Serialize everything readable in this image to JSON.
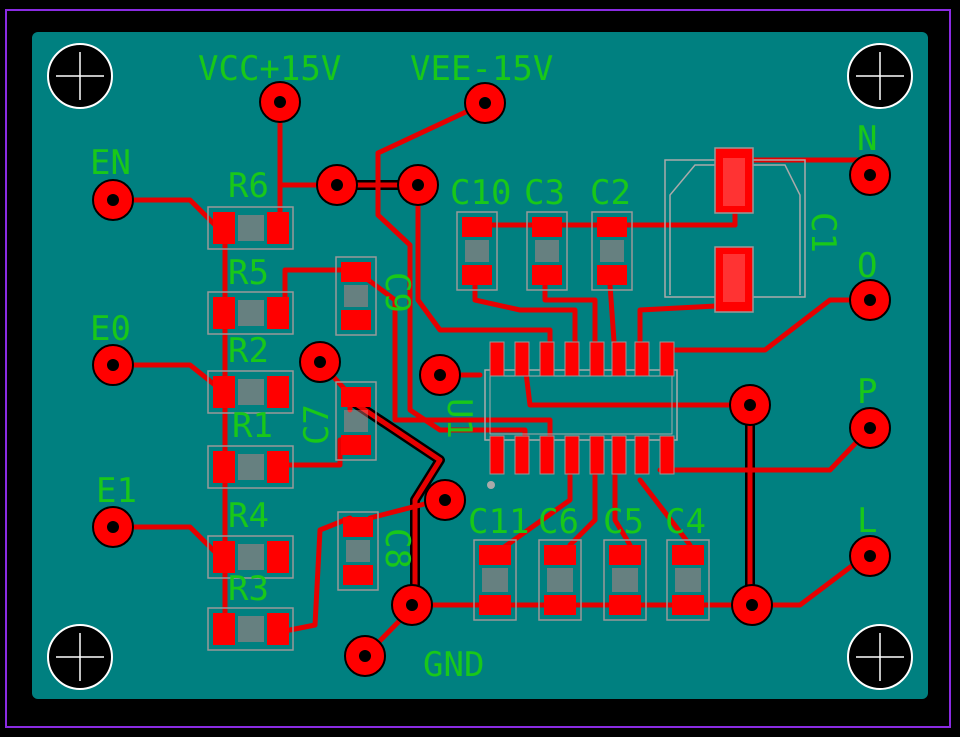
{
  "colors": {
    "background": "#000000",
    "board": "#008080",
    "outline": "#8a2be2",
    "copper": "#ff0000",
    "trace": "#e60000",
    "silkscreen": "#19c819",
    "pad_hole": "#000000",
    "mount_hole_ring": "#ffffff",
    "pad_highlight": "#ff8080"
  },
  "labels": {
    "vcc": "VCC+15V",
    "vee": "VEE-15V",
    "en": "EN",
    "e0": "E0",
    "e1": "E1",
    "n": "N",
    "o": "O",
    "p": "P",
    "l": "L",
    "gnd": "GND",
    "r6": "R6",
    "r5": "R5",
    "r2": "R2",
    "r1": "R1",
    "r4": "R4",
    "r3": "R3",
    "c10": "C10",
    "c3": "C3",
    "c2": "C2",
    "c1": "C1",
    "c9": "C9",
    "c7": "C7",
    "c8": "C8",
    "c11": "C11",
    "c6": "C6",
    "c5": "C5",
    "c4": "C4",
    "u1": "U1"
  }
}
